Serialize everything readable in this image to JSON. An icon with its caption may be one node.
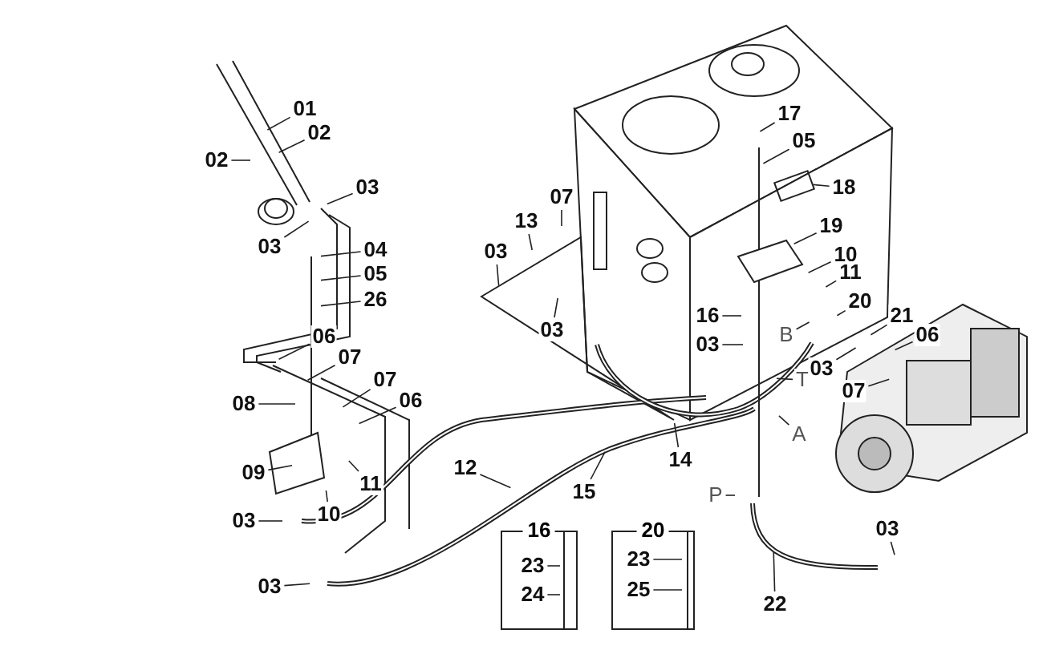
{
  "diagram": {
    "nodes": [
      {
        "text": [
          "01"
        ]
      },
      {
        "text": [
          "02"
        ]
      },
      {
        "text": [
          "02"
        ]
      },
      {
        "text": [
          "03"
        ]
      },
      {
        "text": [
          "03"
        ]
      },
      {
        "text": [
          "04"
        ]
      },
      {
        "text": [
          "05"
        ]
      },
      {
        "text": [
          "26"
        ]
      },
      {
        "text": [
          "06"
        ]
      },
      {
        "text": [
          "07"
        ]
      },
      {
        "text": [
          "08"
        ]
      },
      {
        "text": [
          "07"
        ]
      },
      {
        "text": [
          "06"
        ]
      },
      {
        "text": [
          "09"
        ]
      },
      {
        "text": [
          "10"
        ]
      },
      {
        "text": [
          "11"
        ]
      },
      {
        "text": [
          "03"
        ]
      },
      {
        "text": [
          "03"
        ]
      },
      {
        "text": [
          "12"
        ]
      },
      {
        "text": [
          "15"
        ]
      },
      {
        "text": [
          "14"
        ]
      },
      {
        "text": [
          "03"
        ]
      },
      {
        "text": [
          "13"
        ]
      },
      {
        "text": [
          "07"
        ]
      },
      {
        "text": [
          "03"
        ]
      },
      {
        "text": [
          "17"
        ]
      },
      {
        "text": [
          "05"
        ]
      },
      {
        "text": [
          "18"
        ]
      },
      {
        "text": [
          "19"
        ]
      },
      {
        "text": [
          "10"
        ]
      },
      {
        "text": [
          "11"
        ]
      },
      {
        "text": [
          "20"
        ]
      },
      {
        "text": [
          "16"
        ]
      },
      {
        "text": [
          "03"
        ]
      },
      {
        "text": [
          "B"
        ]
      },
      {
        "text": [
          "T"
        ]
      },
      {
        "text": [
          "A"
        ]
      },
      {
        "text": [
          "P"
        ]
      },
      {
        "text": [
          "22"
        ]
      },
      {
        "text": [
          "21"
        ]
      },
      {
        "text": [
          "03"
        ]
      },
      {
        "text": [
          "06"
        ]
      },
      {
        "text": [
          "07"
        ]
      },
      {
        "text": [
          "03"
        ]
      },
      {
        "text": [
          "16"
        ]
      },
      {
        "text": [
          "23"
        ],
        "in": 44
      },
      {
        "text": [
          "24"
        ],
        "in": 44
      },
      {
        "text": [
          "20"
        ]
      },
      {
        "text": [
          "23"
        ],
        "in": 47
      },
      {
        "text": [
          "25"
        ],
        "in": 47
      }
    ],
    "edges": [
      {
        "from": 0,
        "to": null,
        "arrow": "none"
      },
      {
        "from": 1,
        "to": null,
        "arrow": "none"
      },
      {
        "from": 2,
        "to": null,
        "arrow": "none"
      },
      {
        "from": 3,
        "to": null,
        "arrow": "none"
      },
      {
        "from": 4,
        "to": null,
        "arrow": "none"
      },
      {
        "from": 5,
        "to": null,
        "arrow": "none"
      },
      {
        "from": 6,
        "to": null,
        "arrow": "none"
      },
      {
        "from": 7,
        "to": null,
        "arrow": "none"
      },
      {
        "from": 8,
        "to": null,
        "arrow": "none"
      },
      {
        "from": 9,
        "to": null,
        "arrow": "none"
      },
      {
        "from": 10,
        "to": null,
        "arrow": "none"
      },
      {
        "from": 11,
        "to": null,
        "arrow": "none"
      },
      {
        "from": 12,
        "to": null,
        "arrow": "none"
      },
      {
        "from": 13,
        "to": null,
        "arrow": "none"
      },
      {
        "from": 14,
        "to": null,
        "arrow": "none"
      },
      {
        "from": 15,
        "to": null,
        "arrow": "none"
      },
      {
        "from": 16,
        "to": null,
        "arrow": "none"
      },
      {
        "from": 17,
        "to": null,
        "arrow": "none"
      },
      {
        "from": 18,
        "to": null,
        "arrow": "none"
      },
      {
        "from": 19,
        "to": null,
        "arrow": "none"
      },
      {
        "from": 20,
        "to": null,
        "arrow": "none"
      },
      {
        "from": 21,
        "to": null,
        "arrow": "none"
      },
      {
        "from": 22,
        "to": null,
        "arrow": "none"
      },
      {
        "from": 23,
        "to": null,
        "arrow": "none"
      },
      {
        "from": 24,
        "to": null,
        "arrow": "none"
      },
      {
        "from": 25,
        "to": null,
        "arrow": "none"
      },
      {
        "from": 26,
        "to": null,
        "arrow": "none"
      },
      {
        "from": 27,
        "to": null,
        "arrow": "none"
      },
      {
        "from": 28,
        "to": null,
        "arrow": "none"
      },
      {
        "from": 29,
        "to": null,
        "arrow": "none"
      },
      {
        "from": 30,
        "to": null,
        "arrow": "none"
      },
      {
        "from": 31,
        "to": null,
        "arrow": "none"
      },
      {
        "from": 32,
        "to": null,
        "arrow": "none"
      },
      {
        "from": 33,
        "to": null,
        "arrow": "none"
      },
      {
        "from": 34,
        "to": null,
        "arrow": "none"
      },
      {
        "from": 35,
        "to": null,
        "arrow": "none"
      },
      {
        "from": 36,
        "to": null,
        "arrow": "none"
      },
      {
        "from": 37,
        "to": null,
        "arrow": "none"
      },
      {
        "from": 38,
        "to": null,
        "arrow": "none"
      },
      {
        "from": 39,
        "to": null,
        "arrow": "none"
      },
      {
        "from": 40,
        "to": null,
        "arrow": "none"
      },
      {
        "from": 41,
        "to": null,
        "arrow": "none"
      },
      {
        "from": 42,
        "to": null,
        "arrow": "none"
      },
      {
        "from": 43,
        "to": null,
        "arrow": "none"
      },
      {
        "from": 45,
        "to": null,
        "arrow": "none"
      },
      {
        "from": 46,
        "to": null,
        "arrow": "none"
      },
      {
        "from": 48,
        "to": null,
        "arrow": "none"
      },
      {
        "from": 49,
        "to": null,
        "arrow": "none"
      }
    ]
  }
}
